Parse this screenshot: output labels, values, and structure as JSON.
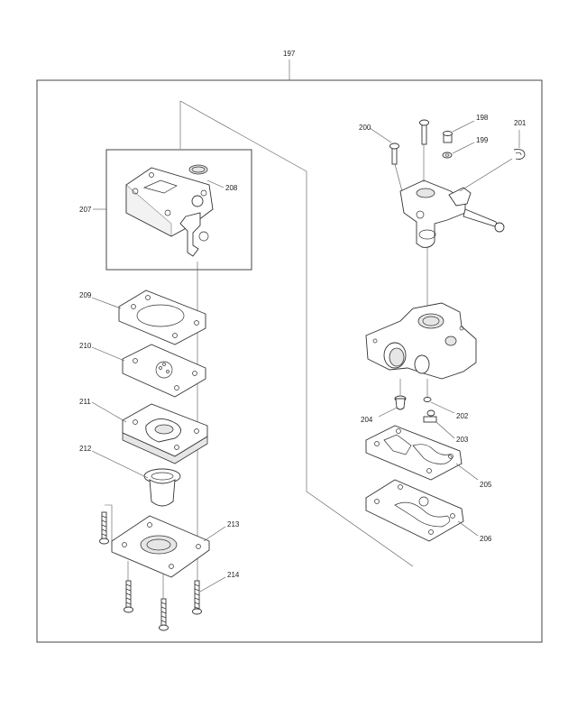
{
  "diagram": {
    "labels": {
      "l197": "197",
      "l198": "198",
      "l199": "199",
      "l200": "200",
      "l201": "201",
      "l202": "202",
      "l203": "203",
      "l204": "204",
      "l205": "205",
      "l206": "206",
      "l207": "207",
      "l208": "208",
      "l209": "209",
      "l210": "210",
      "l211": "211",
      "l212": "212",
      "l213": "213",
      "l214": "214"
    }
  }
}
